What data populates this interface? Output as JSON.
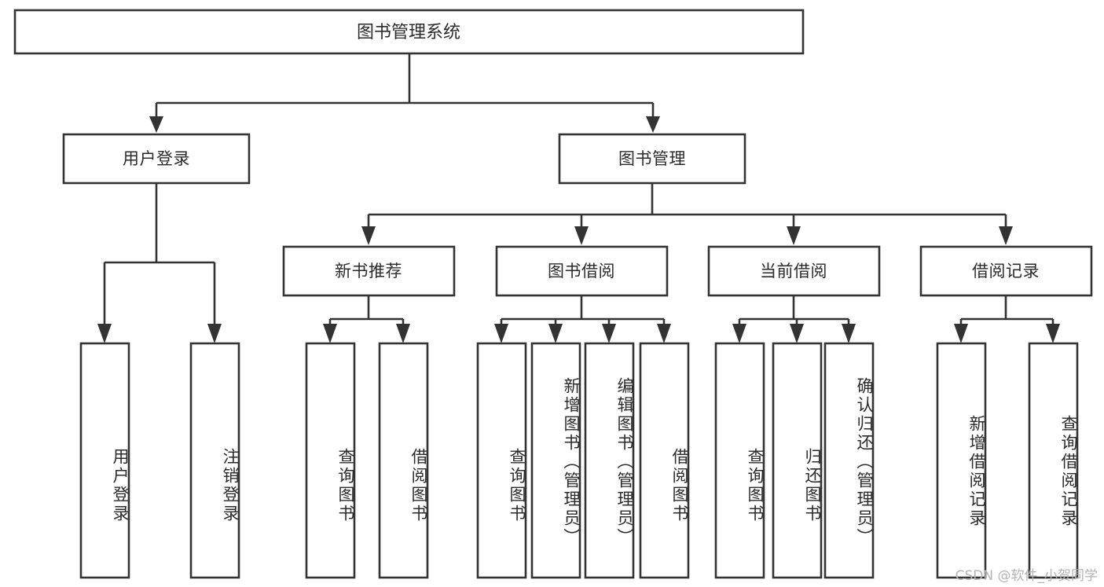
{
  "diagram": {
    "title_node": {
      "id": "root",
      "label": "图书管理系统"
    },
    "level2": [
      {
        "id": "user-login",
        "label": "用户登录"
      },
      {
        "id": "book-manage",
        "label": "图书管理"
      }
    ],
    "level3": [
      {
        "id": "new-book-rec",
        "label": "新书推荐"
      },
      {
        "id": "book-borrow",
        "label": "图书借阅"
      },
      {
        "id": "current-borrow",
        "label": "当前借阅"
      },
      {
        "id": "borrow-record",
        "label": "借阅记录"
      }
    ],
    "leaves": [
      {
        "id": "leaf-user-login",
        "label": "用户登录",
        "parent": "user-login"
      },
      {
        "id": "leaf-logout",
        "label": "注销登录",
        "parent": "user-login"
      },
      {
        "id": "leaf-query-book-1",
        "label": "查询图书",
        "parent": "new-book-rec"
      },
      {
        "id": "leaf-borrow-book-1",
        "label": "借阅图书",
        "parent": "new-book-rec"
      },
      {
        "id": "leaf-query-book-2",
        "label": "查询图书",
        "parent": "book-borrow"
      },
      {
        "id": "leaf-add-book",
        "label": "新增图书（管理员）",
        "parent": "book-borrow"
      },
      {
        "id": "leaf-edit-book",
        "label": "编辑图书（管理员）",
        "parent": "book-borrow"
      },
      {
        "id": "leaf-borrow-book-2",
        "label": "借阅图书",
        "parent": "book-borrow"
      },
      {
        "id": "leaf-query-book-3",
        "label": "查询图书",
        "parent": "current-borrow"
      },
      {
        "id": "leaf-return-book",
        "label": "归还图书",
        "parent": "current-borrow"
      },
      {
        "id": "leaf-confirm-return",
        "label": "确认归还（管理员）",
        "parent": "current-borrow"
      },
      {
        "id": "leaf-add-record",
        "label": "新增借阅记录",
        "parent": "borrow-record"
      },
      {
        "id": "leaf-query-record",
        "label": "查询借阅记录",
        "parent": "borrow-record"
      }
    ],
    "colors": {
      "stroke": "#333333",
      "node_fill": "#ffffff",
      "text": "#2b2b2b",
      "background": "#ffffff",
      "watermark": "#b4b4b4"
    }
  },
  "watermark": {
    "text": "CSDN @软件_小贺同学"
  }
}
